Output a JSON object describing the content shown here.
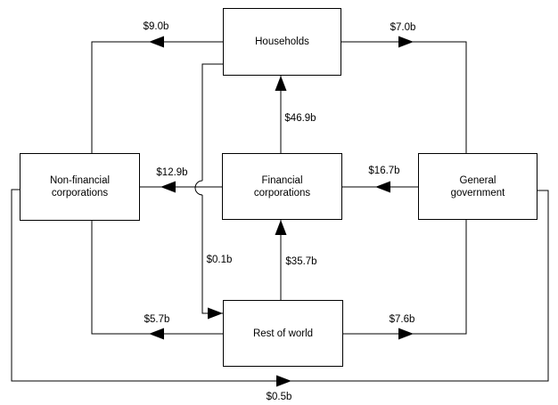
{
  "diagram": {
    "description": "Sectoral financial flow diagram",
    "colors": {
      "line": "#000000",
      "text": "#000000",
      "background": "#ffffff",
      "box_fill": "#ffffff"
    },
    "nodes": [
      {
        "id": "households",
        "label": "Households"
      },
      {
        "id": "non-financial-corporations",
        "label": "Non-financial corporations"
      },
      {
        "id": "financial-corporations",
        "label": "Financial corporations"
      },
      {
        "id": "general-government",
        "label": "General government"
      },
      {
        "id": "rest-of-world",
        "label": "Rest of world"
      }
    ],
    "flows": [
      {
        "from": "Households",
        "to": "Non-financial corporations",
        "label": "$9.0b"
      },
      {
        "from": "Households",
        "to": "General government",
        "label": "$7.0b"
      },
      {
        "from": "Financial corporations",
        "to": "Households",
        "label": "$46.9b"
      },
      {
        "from": "Financial corporations",
        "to": "Non-financial corporations",
        "label": "$12.9b"
      },
      {
        "from": "General government",
        "to": "Financial corporations",
        "label": "$16.7b"
      },
      {
        "from": "Households",
        "to": "Rest of world",
        "label": "$0.1b"
      },
      {
        "from": "Rest of world",
        "to": "Financial corporations",
        "label": "$35.7b"
      },
      {
        "from": "Rest of world",
        "to": "Non-financial corporations",
        "label": "$5.7b"
      },
      {
        "from": "Rest of world",
        "to": "General government",
        "label": "$7.6b"
      },
      {
        "from": "Non-financial corporations",
        "to": "General government",
        "label": "$0.5b"
      }
    ]
  }
}
